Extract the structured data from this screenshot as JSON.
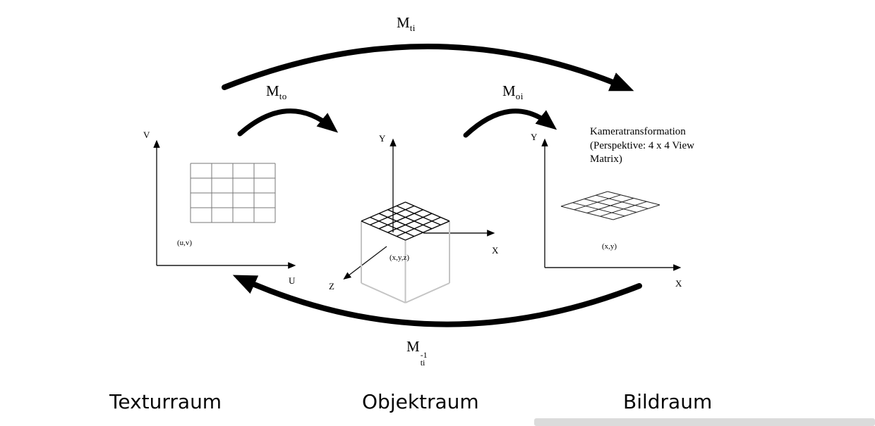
{
  "figure": {
    "arrows": {
      "m_ti": {
        "main": "M",
        "sub": "ti"
      },
      "m_to": {
        "main": "M",
        "sub": "to"
      },
      "m_oi": {
        "main": "M",
        "sub": "oi"
      },
      "m_ti_inv": {
        "main": "M",
        "sub": "ti",
        "sup": "-1"
      }
    },
    "camera_note": "Kameratransformation\n(Perspektive: 4 x 4 View\nMatrix)",
    "texture_space": {
      "axis_v": "V",
      "axis_u": "U",
      "coords": "(u,v)",
      "label": "Texturraum"
    },
    "object_space": {
      "axis_y": "Y",
      "axis_x": "X",
      "axis_z": "Z",
      "coords": "(x,y,z)",
      "label": "Objektraum"
    },
    "image_space": {
      "axis_y": "Y",
      "axis_x": "X",
      "coords": "(x,y)",
      "label": "Bildraum"
    },
    "colors": {
      "ink": "#000000",
      "cube_gray": "#c4c4c4",
      "grid_gray": "#777777",
      "background": "#ffffff"
    }
  }
}
